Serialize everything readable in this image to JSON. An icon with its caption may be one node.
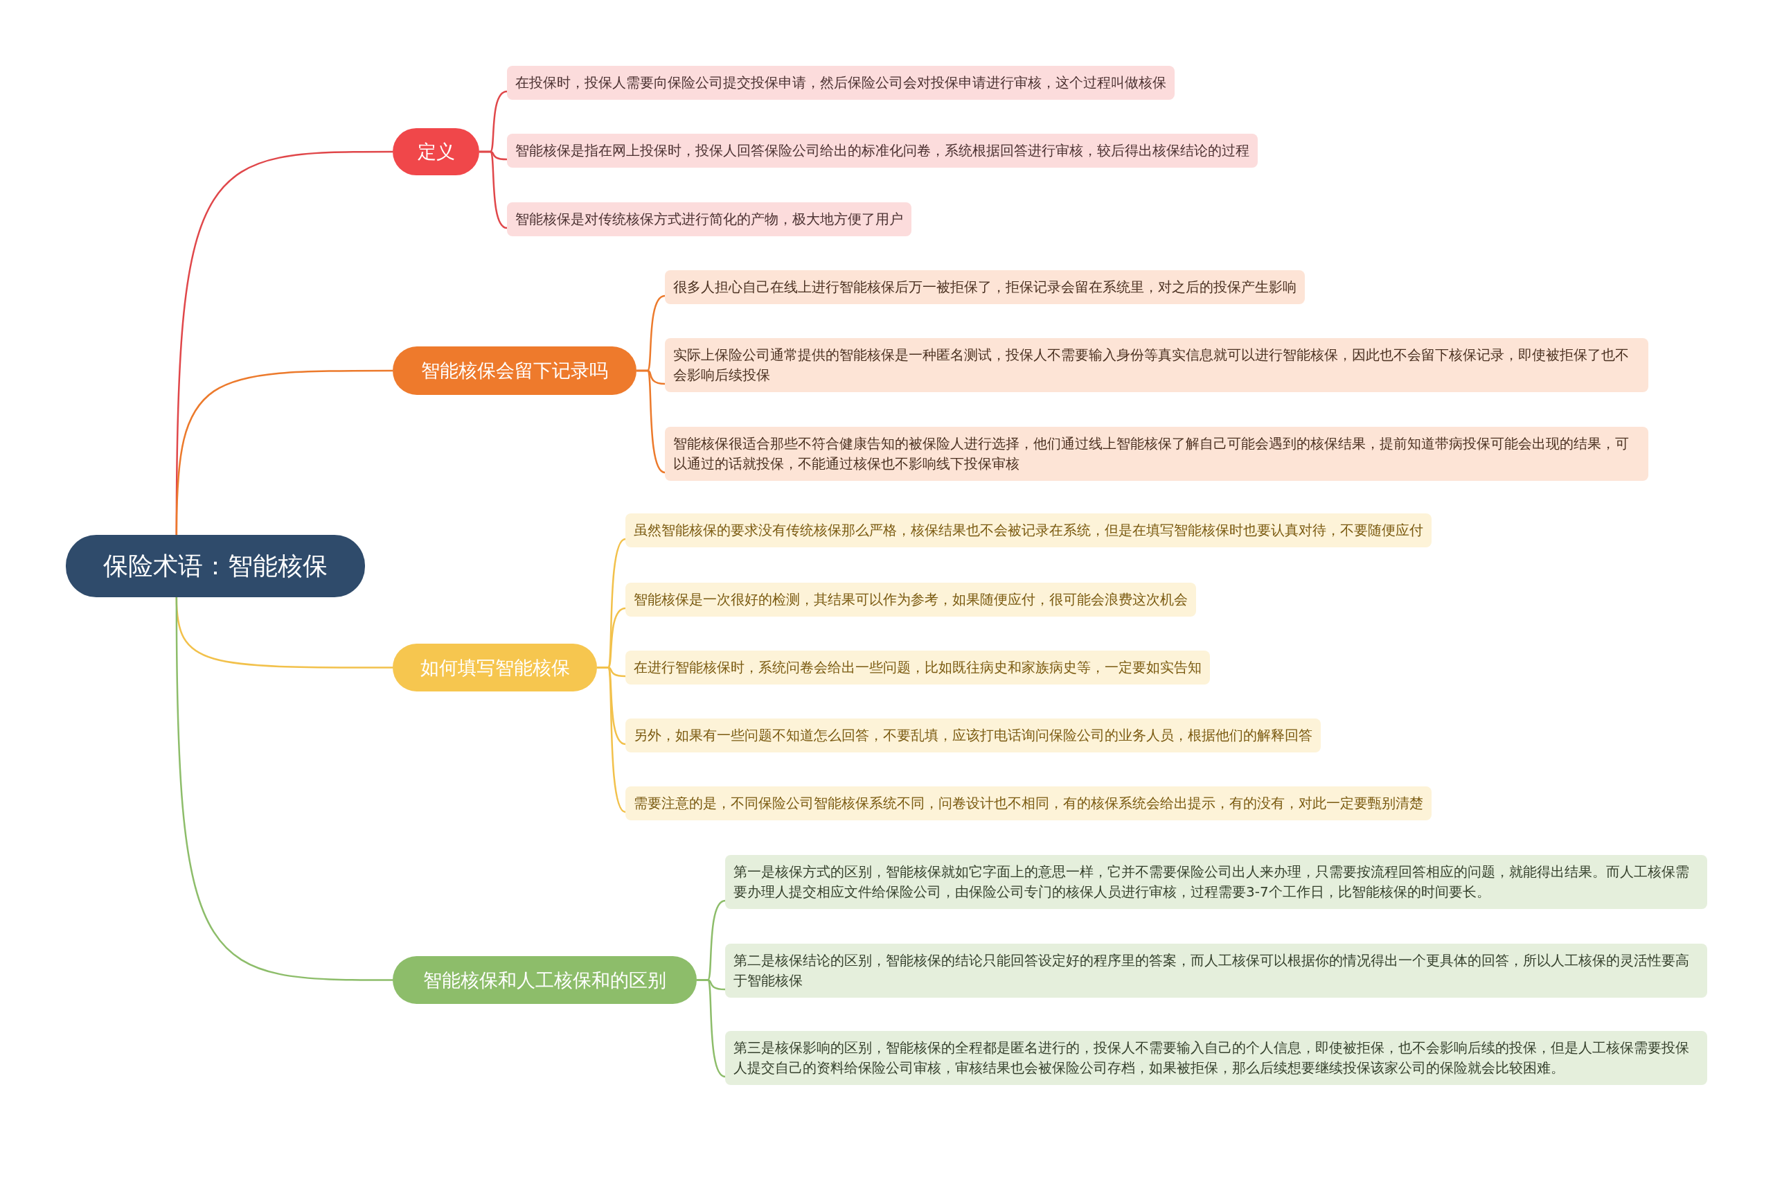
{
  "diagram": {
    "nodes": [
      {
        "text": [
          "保险术语：智能核保"
        ]
      },
      {
        "text": [
          "定义"
        ]
      },
      {
        "text": [
          "在投保时，投保人需要向保险公司提交投保申请，然后保险公司会对投保申请进行审核，这个过程叫做核保"
        ]
      },
      {
        "text": [
          "智能核保是指在网上投保时，投保人回答保险公司给出的标准化问卷，系统根据回答进行审核，较后得出核保结论的过程"
        ]
      },
      {
        "text": [
          "智能核保是对传统核保方式进行简化的产物，极大地方便了用户"
        ]
      },
      {
        "text": [
          "智能核保会留下记录吗"
        ]
      },
      {
        "text": [
          "很多人担心自己在线上进行智能核保后万一被拒保了，拒保记录会留在系统里，对之后的投保产生影响"
        ]
      },
      {
        "text": [
          "实际上保险公司通常提供的智能核保是一种匿名测试，投保人不需要输入身份等真实信息就可以进行智能核保，因此也不会留下核保记录，即使被拒保了也不会影响后续投保"
        ]
      },
      {
        "text": [
          "智能核保很适合那些不符合健康告知的被保险人进行选择，他们通过线上智能核保了解自己可能会遇到的核保结果，提前知道带病投保可能会出现的结果，可以通过的话就投保，不能通过核保也不影响线下投保审核"
        ]
      },
      {
        "text": [
          "如何填写智能核保"
        ]
      },
      {
        "text": [
          "虽然智能核保的要求没有传统核保那么严格，核保结果也不会被记录在系统，但是在填写智能核保时也要认真对待，不要随便应付"
        ]
      },
      {
        "text": [
          "智能核保是一次很好的检测，其结果可以作为参考，如果随便应付，很可能会浪费这次机会"
        ]
      },
      {
        "text": [
          "在进行智能核保时，系统问卷会给出一些问题，比如既往病史和家族病史等，一定要如实告知"
        ]
      },
      {
        "text": [
          "另外，如果有一些问题不知道怎么回答，不要乱填，应该打电话询问保险公司的业务人员，根据他们的解释回答"
        ]
      },
      {
        "text": [
          "需要注意的是，不同保险公司智能核保系统不同，问卷设计也不相同，有的核保系统会给出提示，有的没有，对此一定要甄别清楚"
        ]
      },
      {
        "text": [
          "智能核保和人工核保和的区别"
        ]
      },
      {
        "text": [
          "第一是核保方式的区别，智能核保就如它字面上的意思一样，它并不需要保险公司出人来办理，只需要按流程回答相应的问题，就能得出结果。而人工核保需要办理人提交相应文件给保险公司，由保险公司专门的核保人员进行审核，过程需要3-7个工作日，比智能核保的时间要长。"
        ]
      },
      {
        "text": [
          "第二是核保结论的区别，智能核保的结论只能回答设定好的程序里的答案，而人工核保可以根据你的情况得出一个更具体的回答，所以人工核保的灵活性要高于智能核保"
        ]
      },
      {
        "text": [
          "第三是核保影响的区别，智能核保的全程都是匿名进行的，投保人不需要输入自己的个人信息，即使被拒保，也不会影响后续的投保，但是人工核保需要投保人提交自己的资料给保险公司审核，审核结果也会被保险公司存档，如果被拒保，那么后续想要继续投保该家公司的保险就会比较困难。"
        ]
      }
    ],
    "edges": [
      {
        "from": 0,
        "to": 1,
        "arrow": "none",
        "color": "#e0474a"
      },
      {
        "from": 1,
        "to": 2,
        "arrow": "none",
        "color": "#e0474a"
      },
      {
        "from": 1,
        "to": 3,
        "arrow": "none",
        "color": "#e0474a"
      },
      {
        "from": 1,
        "to": 4,
        "arrow": "none",
        "color": "#e0474a"
      },
      {
        "from": 0,
        "to": 5,
        "arrow": "none",
        "color": "#ec7a2c"
      },
      {
        "from": 5,
        "to": 6,
        "arrow": "none",
        "color": "#ec7a2c"
      },
      {
        "from": 5,
        "to": 7,
        "arrow": "none",
        "color": "#ec7a2c"
      },
      {
        "from": 5,
        "to": 8,
        "arrow": "none",
        "color": "#ec7a2c"
      },
      {
        "from": 0,
        "to": 9,
        "arrow": "none",
        "color": "#f2c14b"
      },
      {
        "from": 9,
        "to": 10,
        "arrow": "none",
        "color": "#f2c14b"
      },
      {
        "from": 9,
        "to": 11,
        "arrow": "none",
        "color": "#f2c14b"
      },
      {
        "from": 9,
        "to": 12,
        "arrow": "none",
        "color": "#f2c14b"
      },
      {
        "from": 9,
        "to": 13,
        "arrow": "none",
        "color": "#f2c14b"
      },
      {
        "from": 9,
        "to": 14,
        "arrow": "none",
        "color": "#f2c14b"
      },
      {
        "from": 0,
        "to": 15,
        "arrow": "none",
        "color": "#8dbd6a"
      },
      {
        "from": 15,
        "to": 16,
        "arrow": "none",
        "color": "#8dbd6a"
      },
      {
        "from": 15,
        "to": 17,
        "arrow": "none",
        "color": "#8dbd6a"
      },
      {
        "from": 15,
        "to": 18,
        "arrow": "none",
        "color": "#8dbd6a"
      }
    ]
  }
}
